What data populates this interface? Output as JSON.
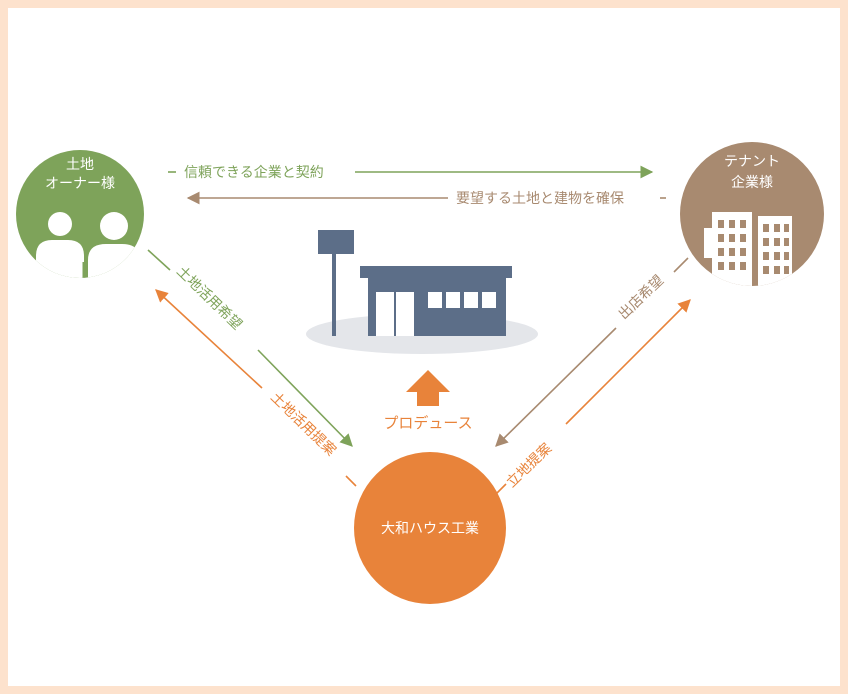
{
  "nodes": {
    "owner": {
      "line1": "土地",
      "line2": "オーナー様"
    },
    "tenant": {
      "line1": "テナント",
      "line2": "企業様"
    },
    "daiwa": {
      "label": "大和ハウス工業"
    }
  },
  "edges": {
    "contract": "信頼できる企業と契約",
    "request_land": "要望する土地と建物を確保",
    "land_use_wish": "土地活用希望",
    "land_use_proposal": "土地活用提案",
    "store_wish": "出店希望",
    "location_proposal": "立地提案",
    "produce": "プロデュース"
  },
  "colors": {
    "frame": "#fde2cd",
    "owner_green": "#7ea35a",
    "tenant_brown": "#a88a70",
    "daiwa_orange": "#e8833a",
    "store_slate": "#5c6e88",
    "shadow_gray": "#e4e6ea"
  }
}
